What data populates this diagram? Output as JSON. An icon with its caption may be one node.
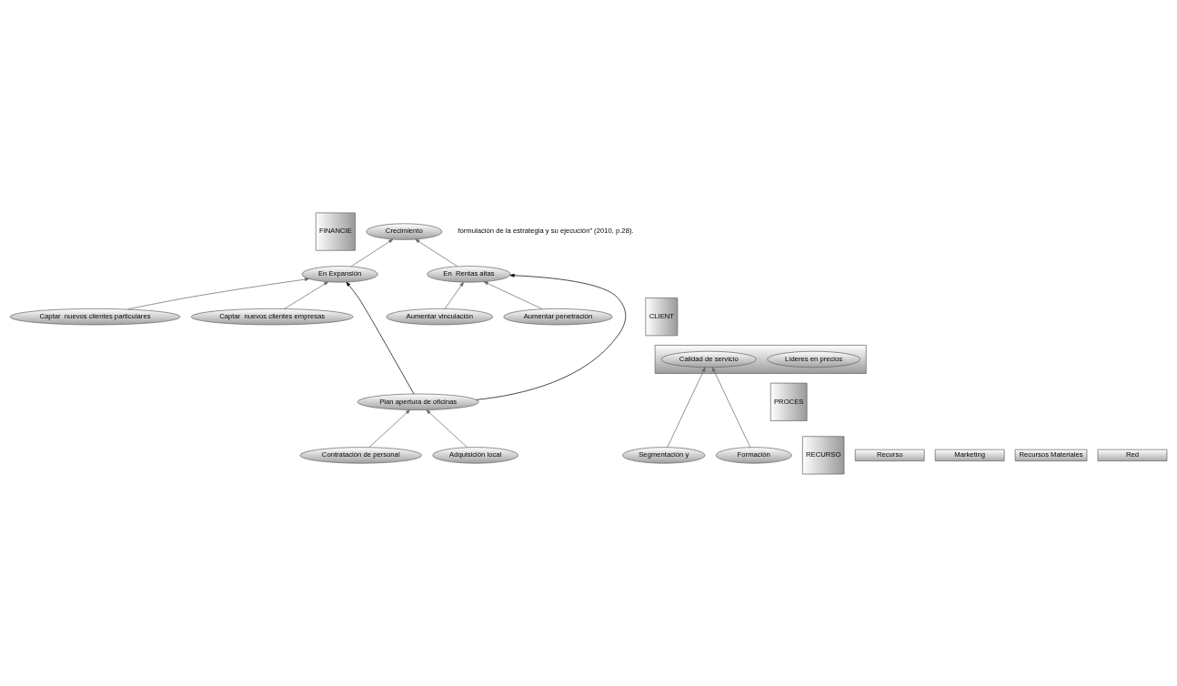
{
  "diagram": {
    "nodes": [
      {
        "text": [
          "FINANCIE"
        ]
      },
      {
        "text": [
          "Crecimiento"
        ]
      },
      {
        "text": [
          "En Expansión"
        ]
      },
      {
        "text": [
          "En  Rentas altas"
        ]
      },
      {
        "text": [
          "CLIENT"
        ]
      },
      {
        "text": [
          "Captar  nuevos clientes particulares"
        ]
      },
      {
        "text": [
          "Captar  nuevos clientes empresas"
        ]
      },
      {
        "text": [
          "Aumentar vinculación"
        ]
      },
      {
        "text": [
          "Aumentar penetración"
        ]
      },
      {
        "text": [],
        "shape": "box"
      },
      {
        "text": [
          "Líderes en precios"
        ],
        "in": 9
      },
      {
        "text": [
          "Calidad de servicio"
        ],
        "in": 9
      },
      {
        "text": [
          "PROCES"
        ]
      },
      {
        "text": [
          "Plan apertura de oficinas"
        ]
      },
      {
        "text": [
          "RECURSO"
        ]
      },
      {
        "text": [
          "Contratación de personal"
        ]
      },
      {
        "text": [
          "Adquisición local"
        ]
      },
      {
        "text": [
          "Segmentación y"
        ]
      },
      {
        "text": [
          "Formación"
        ]
      },
      {
        "text": [
          "Recurso"
        ]
      },
      {
        "text": [
          "Marketing"
        ]
      },
      {
        "text": [
          "Recursos Materiales"
        ]
      },
      {
        "text": [
          "Red"
        ]
      }
    ],
    "edges": [
      {
        "from": 2,
        "to": 1,
        "arrow": "to"
      },
      {
        "from": 3,
        "to": 1,
        "arrow": "to"
      },
      {
        "from": 13,
        "to": 2,
        "arrow": "to",
        "color": "#000000"
      },
      {
        "from": 13,
        "to": 3,
        "arrow": "to",
        "color": "#000000"
      },
      {
        "from": 5,
        "to": 2,
        "arrow": "to"
      },
      {
        "from": 6,
        "to": 2,
        "arrow": "to"
      },
      {
        "from": 7,
        "to": 3,
        "arrow": "to"
      },
      {
        "from": 8,
        "to": 3,
        "arrow": "to"
      },
      {
        "from": 15,
        "to": 13,
        "arrow": "to"
      },
      {
        "from": 16,
        "to": 13,
        "arrow": "to"
      },
      {
        "from": 17,
        "to": 11,
        "arrow": "to"
      },
      {
        "from": 18,
        "to": 11,
        "arrow": "to"
      }
    ],
    "labels": [
      "formulación de la estrategia y su ejecución” (2010, p.28)."
    ]
  }
}
